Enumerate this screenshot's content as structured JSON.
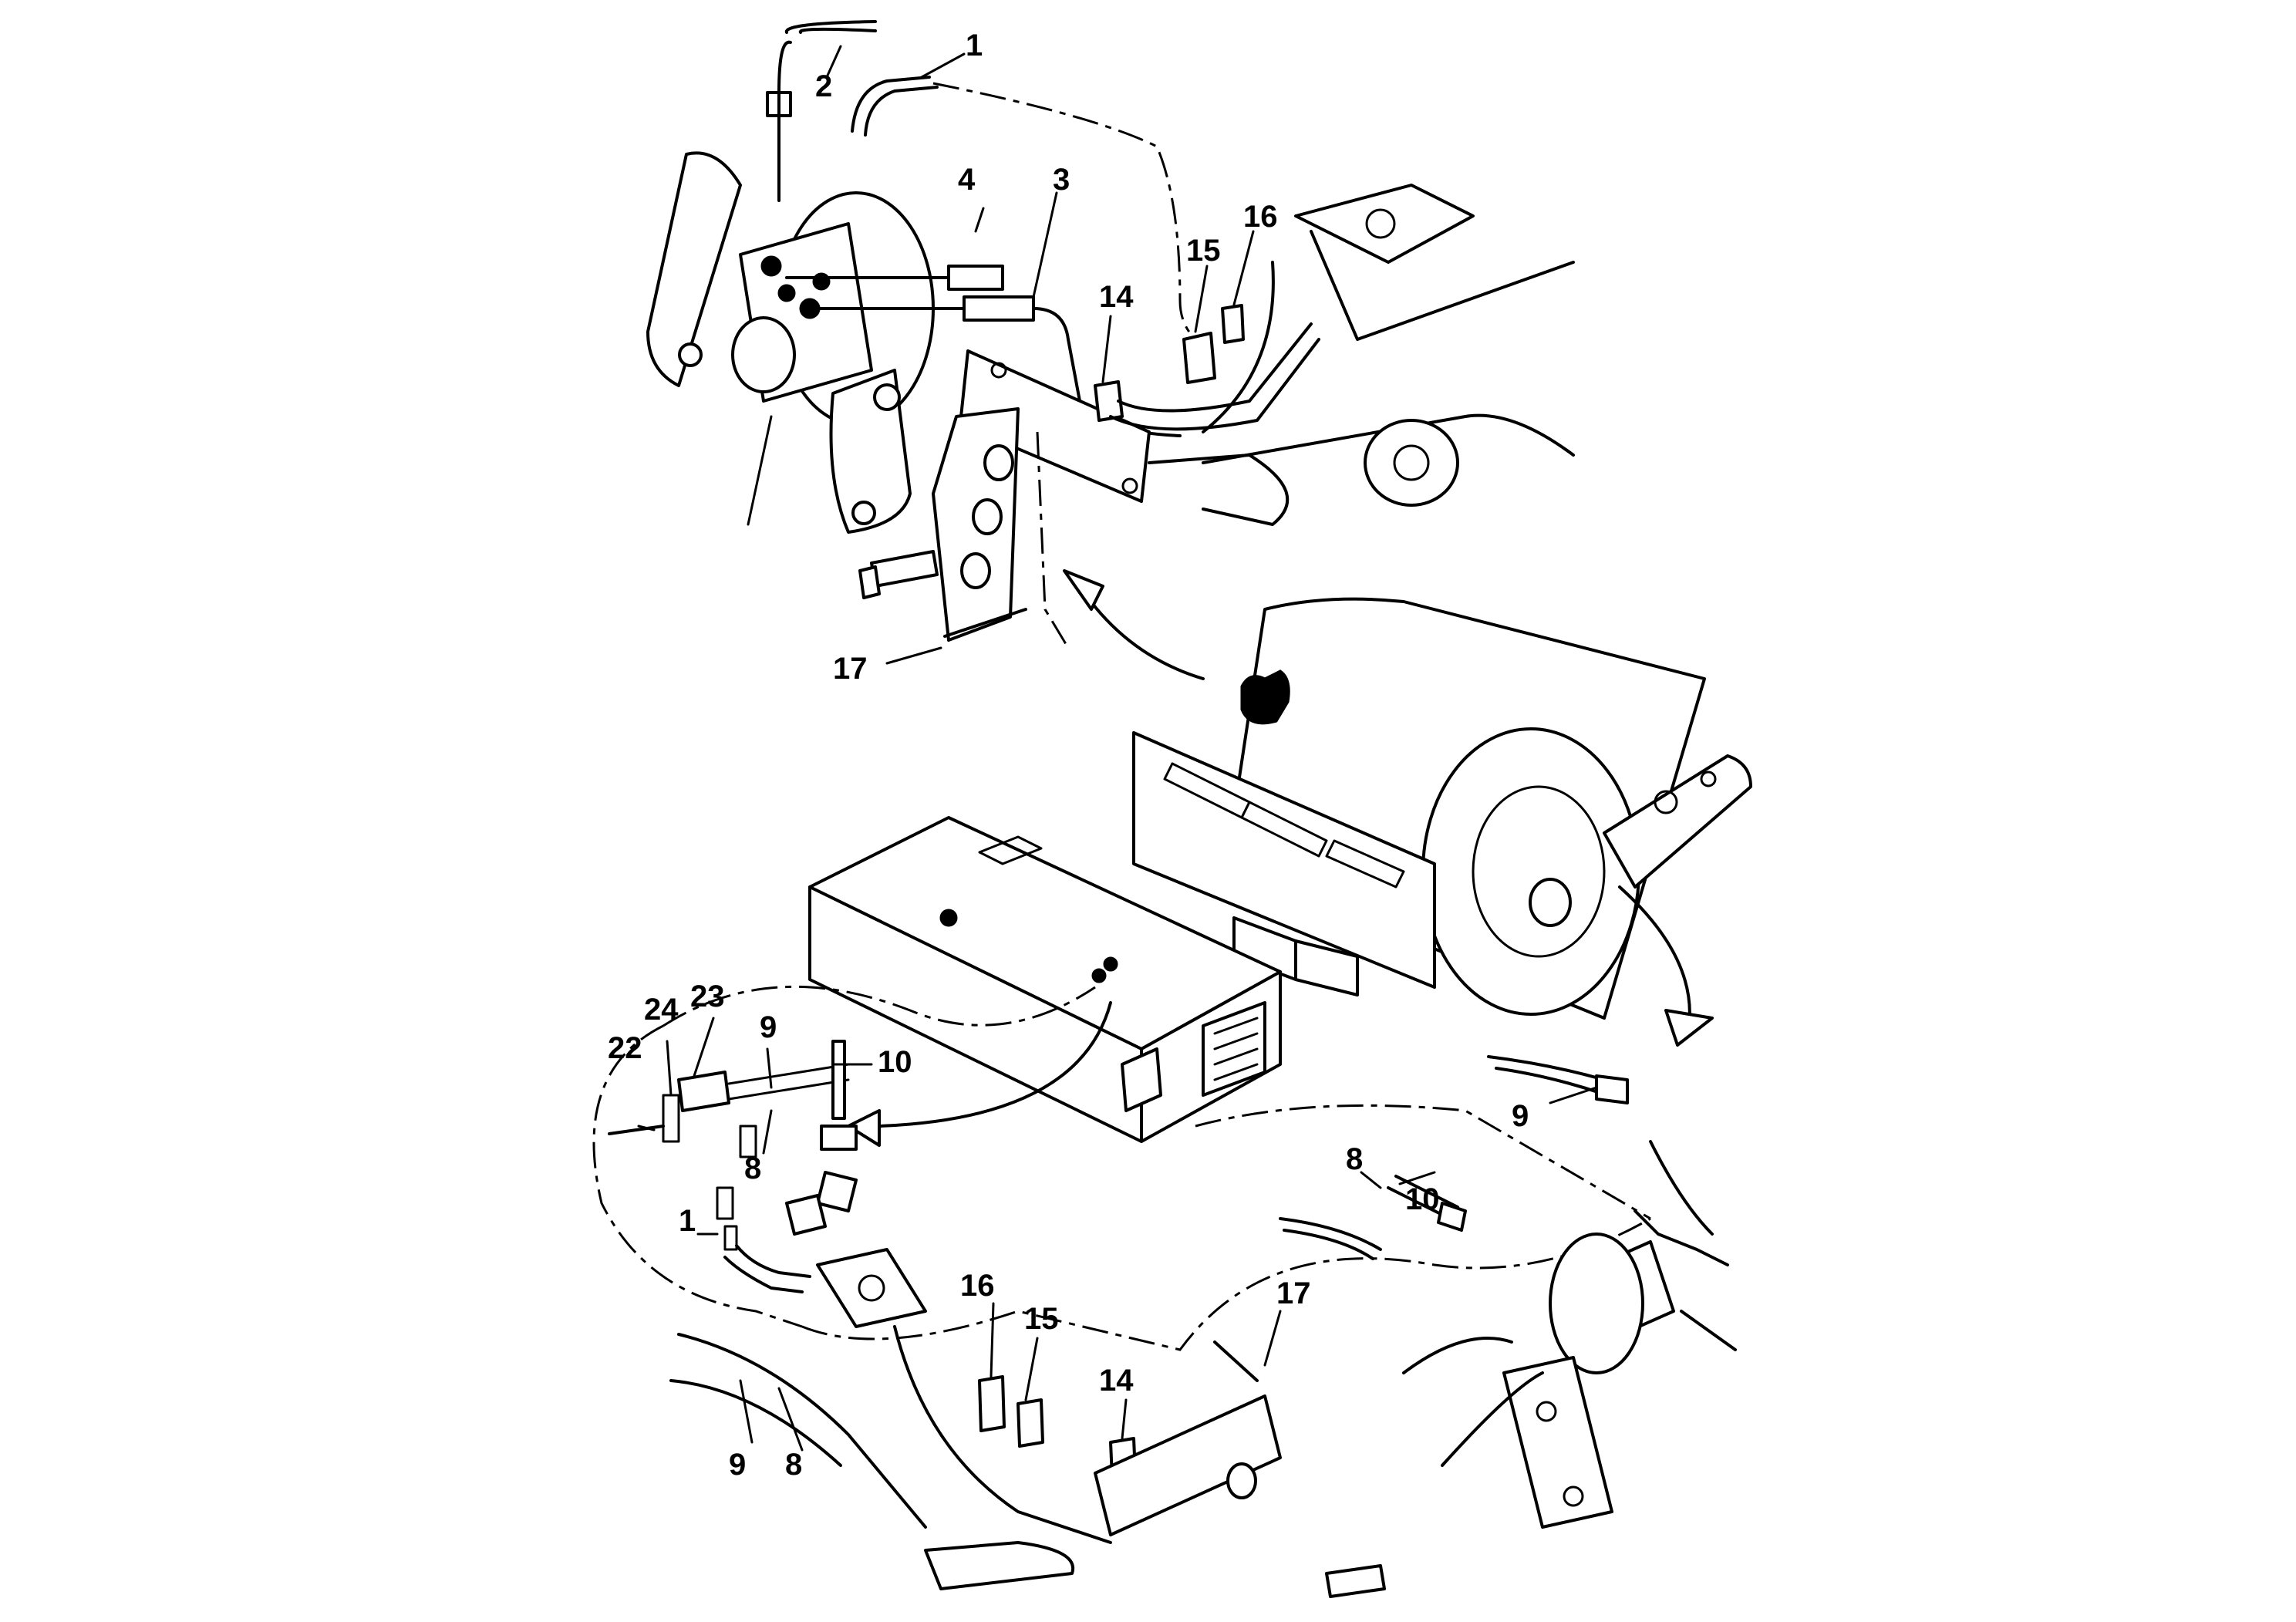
{
  "diagram": {
    "callouts": [
      "1",
      "2",
      "3",
      "4",
      "14",
      "15",
      "16",
      "17",
      "9",
      "10",
      "8",
      "22",
      "23",
      "24"
    ]
  }
}
